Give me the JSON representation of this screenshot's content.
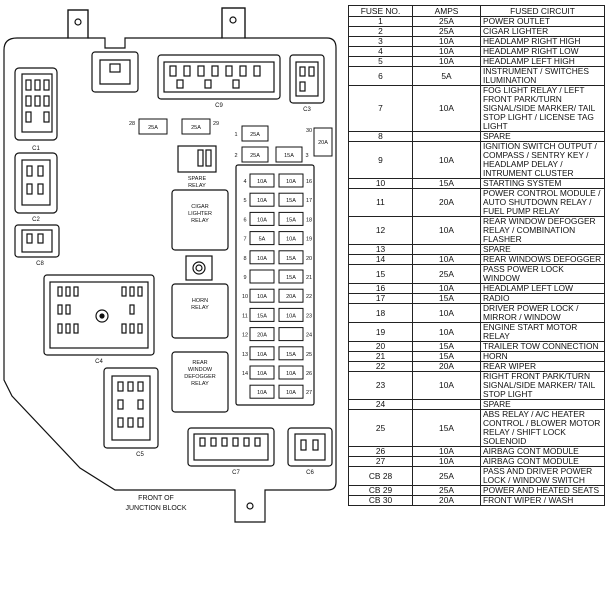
{
  "diagram": {
    "caption": [
      "FRONT OF",
      "JUNCTION BLOCK"
    ],
    "connectors": {
      "c1": "C1",
      "c2": "C2",
      "c3": "C3",
      "c4": "C4",
      "c5": "C5",
      "c6": "C6",
      "c7": "C7",
      "c8": "C8",
      "c9": "C9"
    },
    "relays": {
      "spare": [
        "SPARE",
        "RELAY"
      ],
      "cigar": [
        "CIGAR",
        "LIGHTER",
        "RELAY"
      ],
      "horn": [
        "HORN",
        "RELAY"
      ],
      "defogger": [
        "REAR",
        "WINDOW",
        "DEFOGGER",
        "RELAY"
      ]
    },
    "top_fuses": [
      {
        "num": "28",
        "amps": "25A"
      },
      {
        "num": "29",
        "amps": "25A"
      },
      {
        "num": "1",
        "amps": "25A"
      },
      {
        "num": "2",
        "amps": "25A"
      },
      {
        "num": "3",
        "amps": "15A"
      },
      {
        "num": "30",
        "amps": "20A"
      }
    ],
    "fuse_rows": [
      {
        "left_num": "4",
        "left_amps": "10A",
        "right_amps": "10A",
        "right_num": "16"
      },
      {
        "left_num": "5",
        "left_amps": "10A",
        "right_amps": "15A",
        "right_num": "17"
      },
      {
        "left_num": "6",
        "left_amps": "10A",
        "right_amps": "15A",
        "right_num": "18"
      },
      {
        "left_num": "7",
        "left_amps": "5A",
        "right_amps": "10A",
        "right_num": "19"
      },
      {
        "left_num": "8",
        "left_amps": "10A",
        "right_amps": "15A",
        "right_num": "20"
      },
      {
        "left_num": "9",
        "left_amps": "",
        "right_amps": "15A",
        "right_num": "21"
      },
      {
        "left_num": "10",
        "left_amps": "10A",
        "right_amps": "20A",
        "right_num": "22"
      },
      {
        "left_num": "11",
        "left_amps": "15A",
        "right_amps": "10A",
        "right_num": "23"
      },
      {
        "left_num": "12",
        "left_amps": "20A",
        "right_amps": "",
        "right_num": "24"
      },
      {
        "left_num": "13",
        "left_amps": "10A",
        "right_amps": "15A",
        "right_num": "25"
      },
      {
        "left_num": "14",
        "left_amps": "10A",
        "right_amps": "10A",
        "right_num": "26"
      },
      {
        "left_num": "",
        "left_amps": "10A",
        "right_amps": "10A",
        "right_num": "27"
      }
    ]
  },
  "table": {
    "headers": {
      "fuse": "FUSE NO.",
      "amps": "AMPS",
      "circuit": "FUSED CIRCUIT"
    },
    "rows": [
      {
        "no": "1",
        "amps": "25A",
        "circuit": "POWER OUTLET"
      },
      {
        "no": "2",
        "amps": "25A",
        "circuit": "CIGAR LIGHTER"
      },
      {
        "no": "3",
        "amps": "10A",
        "circuit": "HEADLAMP RIGHT HIGH"
      },
      {
        "no": "4",
        "amps": "10A",
        "circuit": "HEADLAMP RIGHT LOW"
      },
      {
        "no": "5",
        "amps": "10A",
        "circuit": "HEADLAMP LEFT HIGH"
      },
      {
        "no": "6",
        "amps": "5A",
        "circuit": "INSTRUMENT / SWITCHES ILUMINATION"
      },
      {
        "no": "7",
        "amps": "10A",
        "circuit": "FOG LIGHT RELAY / LEFT FRONT PARK/TURN SIGNAL/SIDE MARKER/ TAIL STOP LIGHT / LICENSE TAG LIGHT"
      },
      {
        "no": "8",
        "amps": "",
        "circuit": "SPARE"
      },
      {
        "no": "9",
        "amps": "10A",
        "circuit": "IGNITION SWITCH OUTPUT / COMPASS / SENTRY KEY / HEADLAMP DELAY / INTRUMENT CLUSTER"
      },
      {
        "no": "10",
        "amps": "15A",
        "circuit": "STARTING SYSTEM"
      },
      {
        "no": "11",
        "amps": "20A",
        "circuit": "POWER CONTROL MODULE / AUTO SHUTDOWN RELAY / FUEL PUMP RELAY"
      },
      {
        "no": "12",
        "amps": "10A",
        "circuit": "REAR WINDOW DEFOGGER RELAY / COMBINATION FLASHER"
      },
      {
        "no": "13",
        "amps": "",
        "circuit": "SPARE"
      },
      {
        "no": "14",
        "amps": "10A",
        "circuit": "REAR WINDOWS DEFOGGER"
      },
      {
        "no": "15",
        "amps": "25A",
        "circuit": "PASS POWER LOCK WINDOW"
      },
      {
        "no": "16",
        "amps": "10A",
        "circuit": "HEADLAMP LEFT LOW"
      },
      {
        "no": "17",
        "amps": "15A",
        "circuit": "RADIO"
      },
      {
        "no": "18",
        "amps": "10A",
        "circuit": "DRIVER POWER LOCK / MIRROR / WINDOW"
      },
      {
        "no": "19",
        "amps": "10A",
        "circuit": "ENGINE START MOTOR RELAY"
      },
      {
        "no": "20",
        "amps": "15A",
        "circuit": "TRAILER TOW CONNECTION"
      },
      {
        "no": "21",
        "amps": "15A",
        "circuit": "HORN"
      },
      {
        "no": "22",
        "amps": "20A",
        "circuit": "REAR WIPER"
      },
      {
        "no": "23",
        "amps": "10A",
        "circuit": "RIGHT FRONT PARK/TURN SIGNAL/SIDE MARKER/ TAIL STOP LIGHT"
      },
      {
        "no": "24",
        "amps": "",
        "circuit": "SPARE"
      },
      {
        "no": "25",
        "amps": "15A",
        "circuit": "ABS RELAY / A/C HEATER CONTROL / BLOWER MOTOR RELAY / SHIFT LOCK SOLENOID"
      },
      {
        "no": "26",
        "amps": "10A",
        "circuit": "AIRBAG CONT MODULE"
      },
      {
        "no": "27",
        "amps": "10A",
        "circuit": "AIRBAG CONT MODULE"
      },
      {
        "no": "CB 28",
        "amps": "25A",
        "circuit": "PASS AND DRIVER POWER LOCK / WINDOW SWITCH"
      },
      {
        "no": "CB 29",
        "amps": "25A",
        "circuit": "POWER AND HEATED SEATS"
      },
      {
        "no": "CB 30",
        "amps": "20A",
        "circuit": "FRONT WIPER / WASH"
      }
    ]
  }
}
